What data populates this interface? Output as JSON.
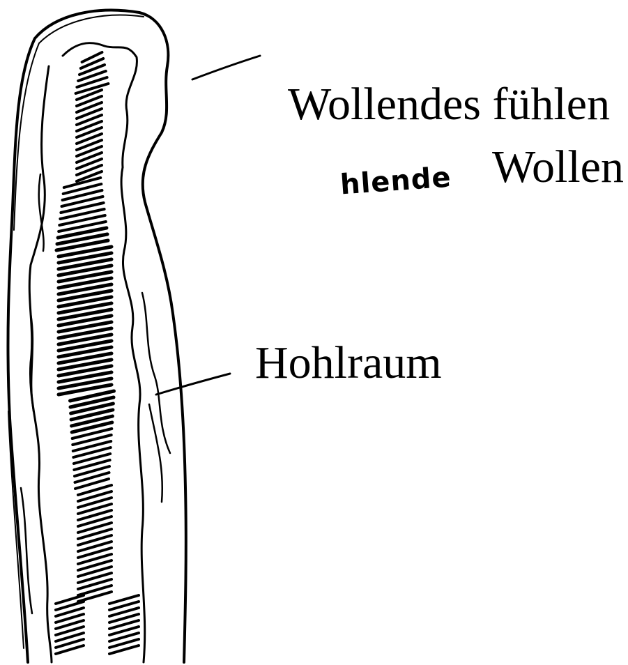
{
  "labels": {
    "top_line1": "Wollendes  fühlen",
    "top_handwritten": "hlende",
    "top_line2": "Wollen",
    "middle": "Hohlraum"
  },
  "colors": {
    "ink": "#000000",
    "background": "#ffffff"
  }
}
